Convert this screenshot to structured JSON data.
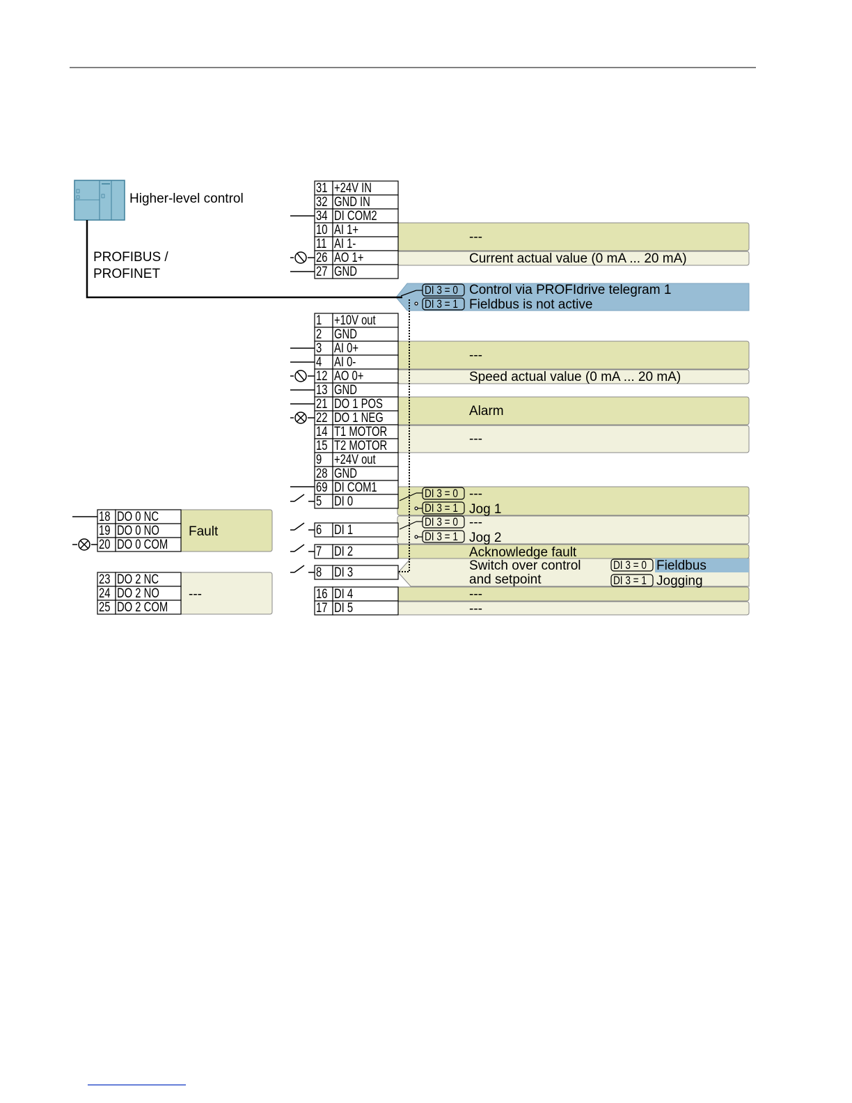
{
  "controller": {
    "label": "Higher-level control",
    "bus_label_line1": "PROFIBUS /",
    "bus_label_line2": "PROFINET"
  },
  "terminals_top": [
    {
      "num": "31",
      "name": "+24V IN"
    },
    {
      "num": "32",
      "name": "GND IN"
    },
    {
      "num": "34",
      "name": "DI COM2"
    },
    {
      "num": "10",
      "name": "AI 1+"
    },
    {
      "num": "11",
      "name": "AI 1-"
    },
    {
      "num": "26",
      "name": "AO 1+"
    },
    {
      "num": "27",
      "name": "GND"
    }
  ],
  "terminals_mid": [
    {
      "num": "1",
      "name": "+10V out"
    },
    {
      "num": "2",
      "name": "GND"
    },
    {
      "num": "3",
      "name": "AI 0+"
    },
    {
      "num": "4",
      "name": "AI 0-"
    },
    {
      "num": "12",
      "name": "AO 0+"
    },
    {
      "num": "13",
      "name": "GND"
    },
    {
      "num": "21",
      "name": "DO 1 POS"
    },
    {
      "num": "22",
      "name": "DO 1 NEG"
    },
    {
      "num": "14",
      "name": "T1 MOTOR"
    },
    {
      "num": "15",
      "name": "T2 MOTOR"
    },
    {
      "num": "9",
      "name": "+24V out"
    },
    {
      "num": "28",
      "name": "GND"
    },
    {
      "num": "69",
      "name": "DI COM1"
    },
    {
      "num": "5",
      "name": "DI 0"
    }
  ],
  "terminals_di": [
    {
      "num": "6",
      "name": "DI 1"
    },
    {
      "num": "7",
      "name": "DI 2"
    },
    {
      "num": "8",
      "name": "DI 3"
    }
  ],
  "terminals_di_low": [
    {
      "num": "16",
      "name": "DI 4"
    },
    {
      "num": "17",
      "name": "DI 5"
    }
  ],
  "relay_do0": [
    {
      "num": "18",
      "name": "DO 0 NC"
    },
    {
      "num": "19",
      "name": "DO 0 NO"
    },
    {
      "num": "20",
      "name": "DO 0 COM"
    }
  ],
  "relay_do2": [
    {
      "num": "23",
      "name": "DO 2 NC"
    },
    {
      "num": "24",
      "name": "DO 2 NO"
    },
    {
      "num": "25",
      "name": "DO 2 COM"
    }
  ],
  "functions": {
    "ai1": "---",
    "ao1": "Current actual value (0 mA ... 20 mA)",
    "fieldbus_di3_0": "Control via PROFIdrive telegram 1",
    "fieldbus_di3_1": "Fieldbus is not active",
    "ai0": "---",
    "ao0": "Speed actual value (0 mA ... 20 mA)",
    "do1": "Alarm",
    "motor_temp": "---",
    "di0_di3_0": "---",
    "di0_di3_1": "Jog 1",
    "di1_di3_0": "---",
    "di1_di3_1": "Jog 2",
    "di2": "Acknowledge fault",
    "di3_line1": "Switch over control",
    "di3_line2": "and setpoint",
    "di3_0": "Fieldbus",
    "di3_1": "Jogging",
    "di4": "---",
    "di5": "---",
    "do0": "Fault",
    "do2": "---"
  },
  "badges": {
    "di3_eq_0": "DI 3 = 0",
    "di3_eq_1": "DI 3 = 1"
  },
  "colors": {
    "olive": "#e2e4b1",
    "cream": "#f1f1dd",
    "blue": "#98bdd5",
    "plc": "#93c3d6"
  }
}
